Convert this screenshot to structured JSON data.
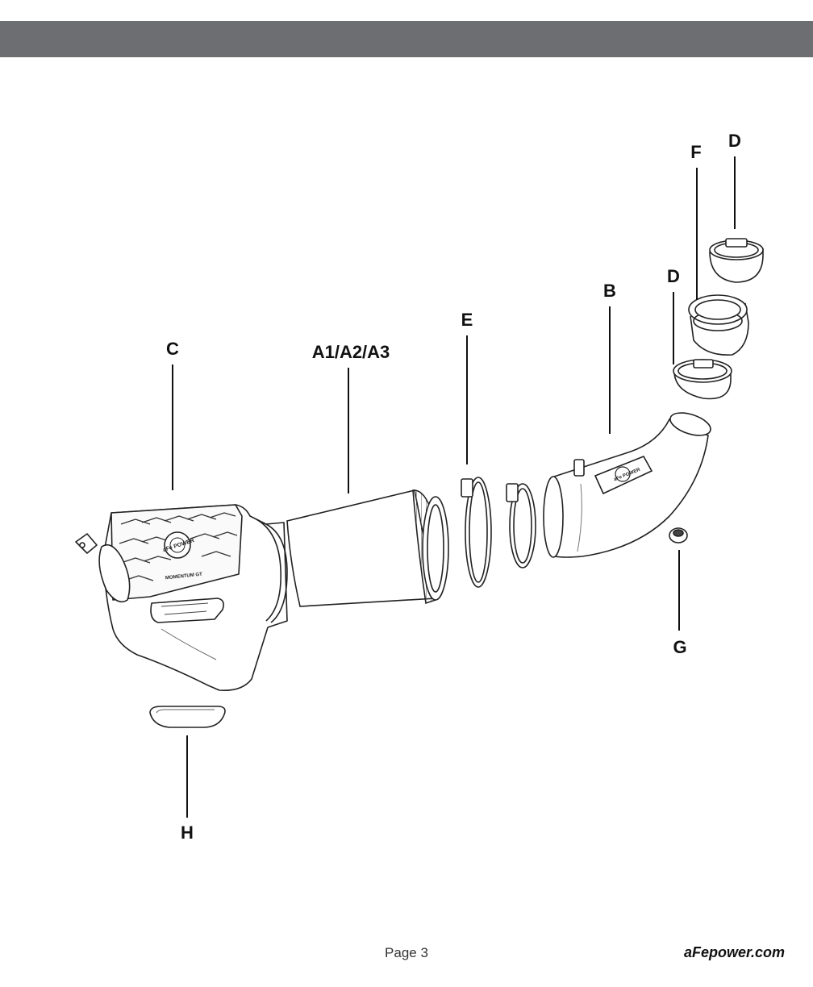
{
  "header": {
    "color": "#6d6e71"
  },
  "diagram": {
    "labels": {
      "c": "C",
      "a": "A1/A2/A3",
      "e": "E",
      "b": "B",
      "d_lower": "D",
      "d_upper": "D",
      "f": "F",
      "g": "G",
      "h": "H"
    },
    "logos": {
      "box_badge": "aFe POWER",
      "box_sub": "MOMENTUM GT",
      "tube_badge": "aFe POWER"
    }
  },
  "footer": {
    "page": "Page 3",
    "website": "aFepower.com"
  }
}
